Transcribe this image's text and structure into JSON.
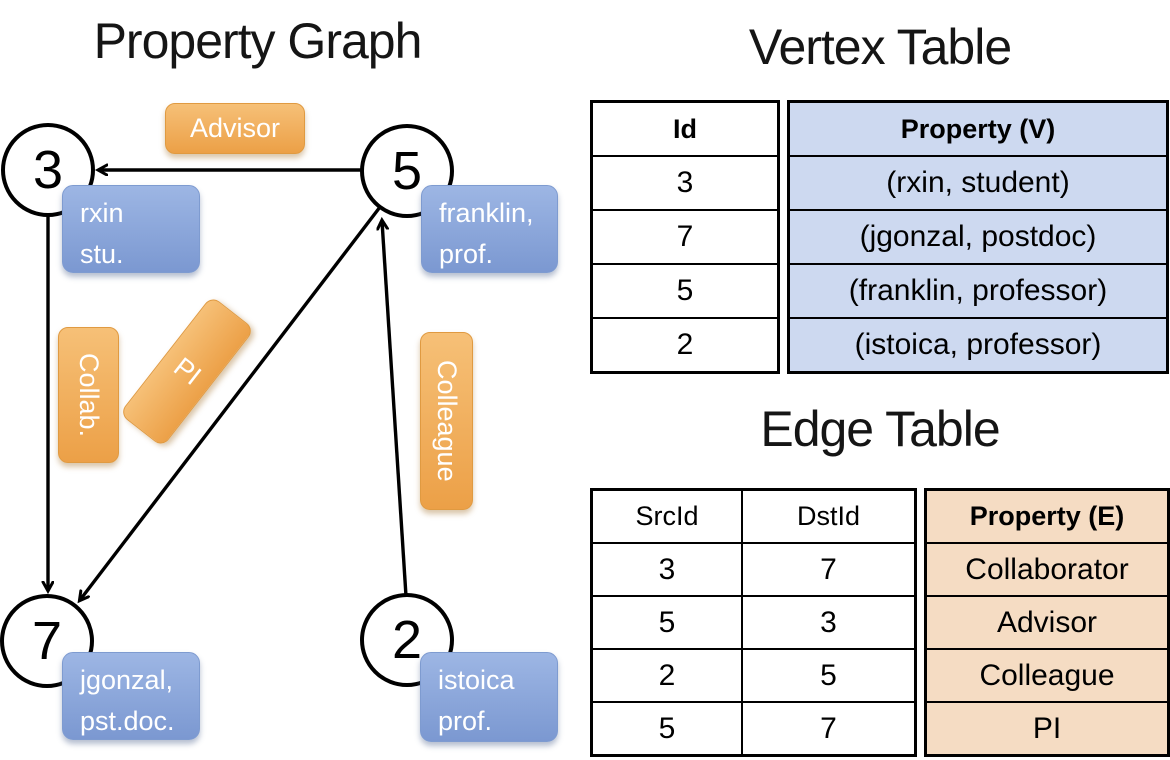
{
  "graph": {
    "title": "Property Graph",
    "nodes": [
      {
        "id": "3",
        "property_lines": [
          "rxin",
          "stu."
        ]
      },
      {
        "id": "5",
        "property_lines": [
          "franklin,",
          "prof."
        ]
      },
      {
        "id": "7",
        "property_lines": [
          "jgonzal,",
          "pst.doc."
        ]
      },
      {
        "id": "2",
        "property_lines": [
          "istoica",
          "prof."
        ]
      }
    ],
    "edges": [
      {
        "label": "Advisor",
        "src": "5",
        "dst": "3"
      },
      {
        "label": "Collab.",
        "src": "3",
        "dst": "7"
      },
      {
        "label": "PI",
        "src": "5",
        "dst": "7"
      },
      {
        "label": "Colleague",
        "src": "2",
        "dst": "5"
      }
    ]
  },
  "vertex_table": {
    "title": "Vertex Table",
    "headers": {
      "id": "Id",
      "property": "Property (V)"
    },
    "rows": [
      {
        "id": "3",
        "property": "(rxin, student)"
      },
      {
        "id": "7",
        "property": "(jgonzal, postdoc)"
      },
      {
        "id": "5",
        "property": "(franklin, professor)"
      },
      {
        "id": "2",
        "property": "(istoica, professor)"
      }
    ]
  },
  "edge_table": {
    "title": "Edge Table",
    "headers": {
      "src": "SrcId",
      "dst": "DstId",
      "property": "Property (E)"
    },
    "rows": [
      {
        "src": "3",
        "dst": "7",
        "property": "Collaborator"
      },
      {
        "src": "5",
        "dst": "3",
        "property": "Advisor"
      },
      {
        "src": "2",
        "dst": "5",
        "property": "Colleague"
      },
      {
        "src": "5",
        "dst": "7",
        "property": "PI"
      }
    ]
  },
  "colors": {
    "edge_label_orange": "#eda04a",
    "vertex_label_blue": "#7b98d1",
    "vertex_table_fill": "#cdd9f0",
    "edge_table_fill": "#f5dcc3",
    "line_black": "#000000"
  }
}
